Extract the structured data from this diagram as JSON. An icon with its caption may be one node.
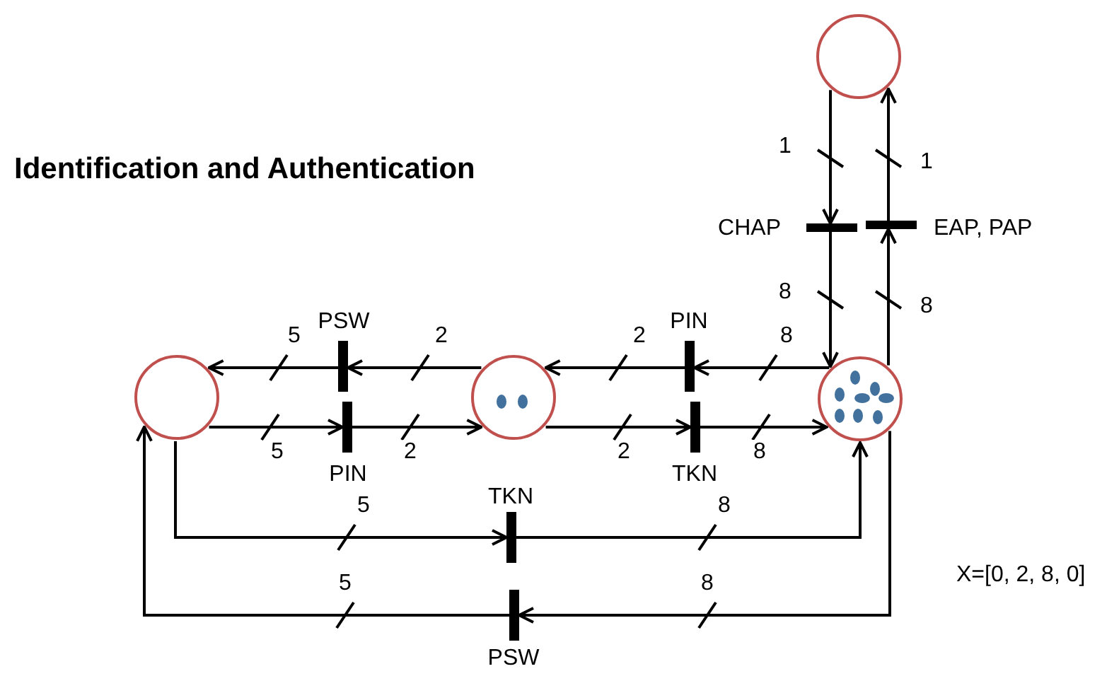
{
  "diagram": {
    "title": "Identification and Authentication",
    "nodes": [
      {
        "text": [],
        "shape": "circle"
      },
      {
        "text": [],
        "shape": "bar",
        "beside": [
          "CHAP"
        ]
      },
      {
        "text": [],
        "shape": "bar",
        "beside": [
          "EAP, PAP"
        ]
      },
      {
        "text": [],
        "shape": "circle"
      },
      {
        "text": [],
        "shape": "bar",
        "beside": [
          "PSW"
        ]
      },
      {
        "text": [],
        "shape": "bar",
        "beside": [
          "PIN"
        ]
      },
      {
        "text": [],
        "shape": "circle"
      },
      {
        "text": [],
        "shape": "bar",
        "beside": [
          "PIN"
        ]
      },
      {
        "text": [],
        "shape": "bar",
        "beside": [
          "TKN"
        ]
      },
      {
        "text": [],
        "shape": "circle"
      },
      {
        "text": [],
        "shape": "bar",
        "beside": [
          "TKN"
        ]
      },
      {
        "text": [],
        "shape": "bar",
        "beside": [
          "PSW"
        ]
      }
    ],
    "edges": [
      {
        "from": 0,
        "to": 1,
        "arrow": "to",
        "label": "1"
      },
      {
        "from": 1,
        "to": 9,
        "arrow": "to",
        "label": "8"
      },
      {
        "from": 9,
        "to": 2,
        "arrow": "to",
        "label": "8"
      },
      {
        "from": 2,
        "to": 0,
        "arrow": "to",
        "label": "1"
      },
      {
        "from": 9,
        "to": 7,
        "arrow": "to",
        "label": "8"
      },
      {
        "from": 7,
        "to": 6,
        "arrow": "to",
        "label": "2"
      },
      {
        "from": 6,
        "to": 4,
        "arrow": "to",
        "label": "2"
      },
      {
        "from": 4,
        "to": 3,
        "arrow": "to",
        "label": "5"
      },
      {
        "from": 3,
        "to": 5,
        "arrow": "to",
        "label": "5"
      },
      {
        "from": 5,
        "to": 6,
        "arrow": "to",
        "label": "2"
      },
      {
        "from": 6,
        "to": 8,
        "arrow": "to",
        "label": "2"
      },
      {
        "from": 8,
        "to": 9,
        "arrow": "to",
        "label": "8"
      },
      {
        "from": 3,
        "to": 10,
        "arrow": "to",
        "label": "5"
      },
      {
        "from": 10,
        "to": 9,
        "arrow": "to",
        "label": "8"
      },
      {
        "from": 9,
        "to": 11,
        "arrow": "to",
        "label": "8"
      },
      {
        "from": 11,
        "to": 3,
        "arrow": "to",
        "label": "5"
      }
    ],
    "labels": [
      "X=[0, 2, 8, 0]"
    ]
  }
}
